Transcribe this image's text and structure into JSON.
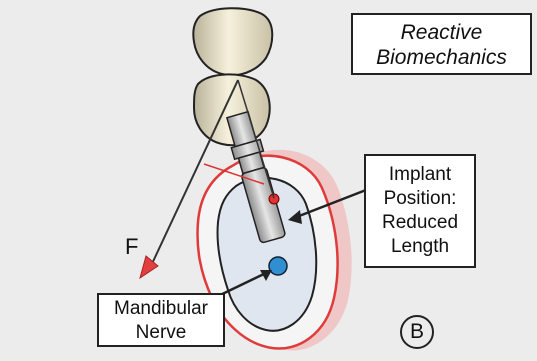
{
  "title": {
    "line1": "Reactive",
    "line2": "Biomechanics"
  },
  "labels": {
    "implant": {
      "line1": "Implant",
      "line2": "Position:",
      "line3": "Reduced",
      "line4": "Length"
    },
    "nerve": {
      "line1": "Mandibular",
      "line2": "Nerve"
    },
    "force": "F",
    "panel": "B"
  },
  "colors": {
    "bone_outline": "#e03b3b",
    "bone_shadow": "#f2b8b8",
    "marrow": "#dfe6f0",
    "nerve": "#2f8fd0",
    "implant_point": "#d33",
    "force_arrow": "#333333",
    "arrow_head": "#e04040",
    "tooth": "#efe8cf",
    "implant": "#c8c8c8"
  }
}
